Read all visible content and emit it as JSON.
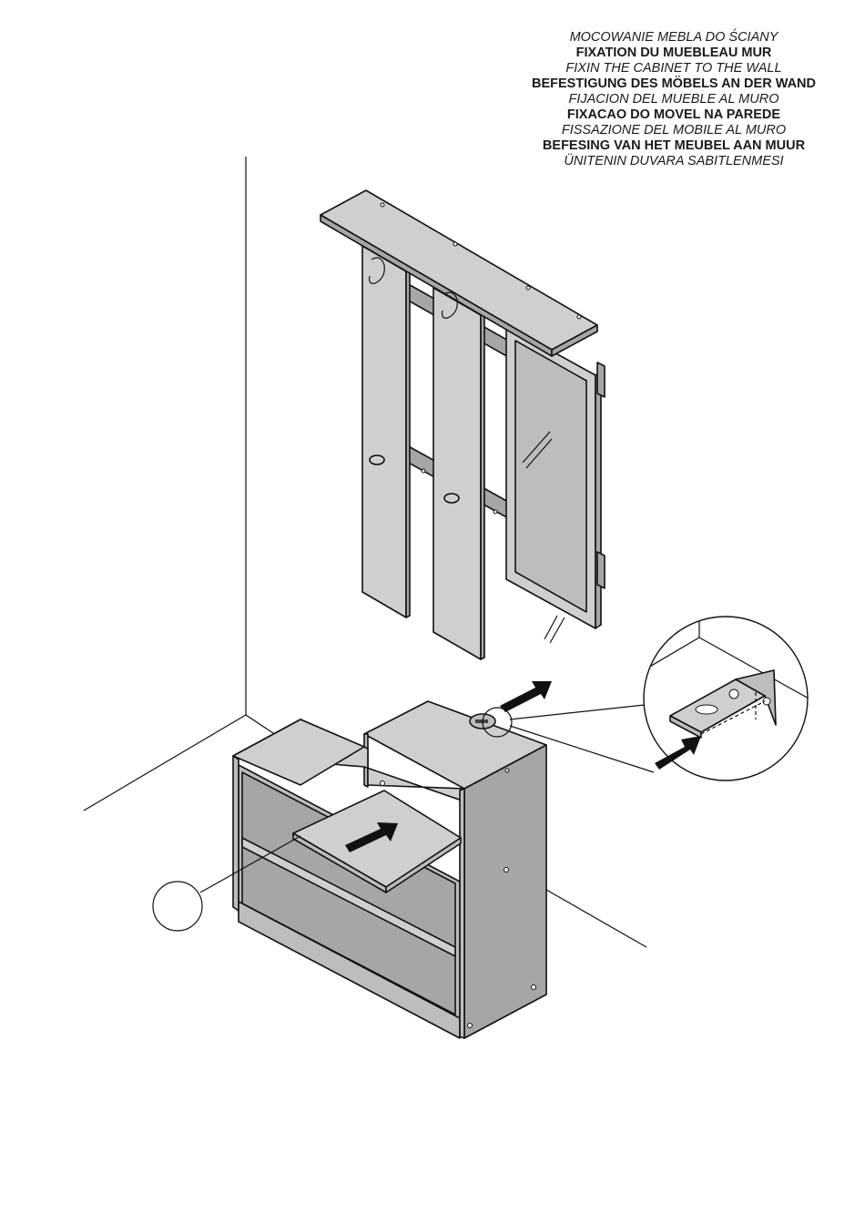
{
  "titles": [
    {
      "text": "MOCOWANIE MEBLA DO ŚCIANY",
      "style": "italic"
    },
    {
      "text": "FIXATION DU MUEBLEAU MUR",
      "style": "bold"
    },
    {
      "text": "FIXIN THE CABINET TO THE WALL",
      "style": "italic"
    },
    {
      "text": "BEFESTIGUNG DES MÖBELS AN DER WAND",
      "style": "bold"
    },
    {
      "text": "FIJACION DEL MUEBLE AL MURO",
      "style": "italic"
    },
    {
      "text": "FIXACAO DO MOVEL NA PAREDE",
      "style": "bold"
    },
    {
      "text": "FISSAZIONE DEL MOBILE AL MURO",
      "style": "italic"
    },
    {
      "text": "BEFESING VAN HET MEUBEL AAN MUUR",
      "style": "bold"
    },
    {
      "text": "ÜNITENIN DUVARA SABITLENMESI",
      "style": "italic"
    }
  ],
  "diagram": {
    "parts": [
      "wall-corner",
      "wall-panel-with-hooks-and-mirror",
      "shoe-cabinet",
      "wall-fixing-bracket-detail",
      "empty-callout-circle"
    ],
    "arrows": [
      "push-cabinet-to-wall",
      "bracket-to-wall",
      "shelf-insert"
    ],
    "colors": {
      "panel_light": "#cfcfcf",
      "panel_mid": "#bdbdbd",
      "panel_dark": "#a6a6a6",
      "line": "#111111"
    }
  }
}
